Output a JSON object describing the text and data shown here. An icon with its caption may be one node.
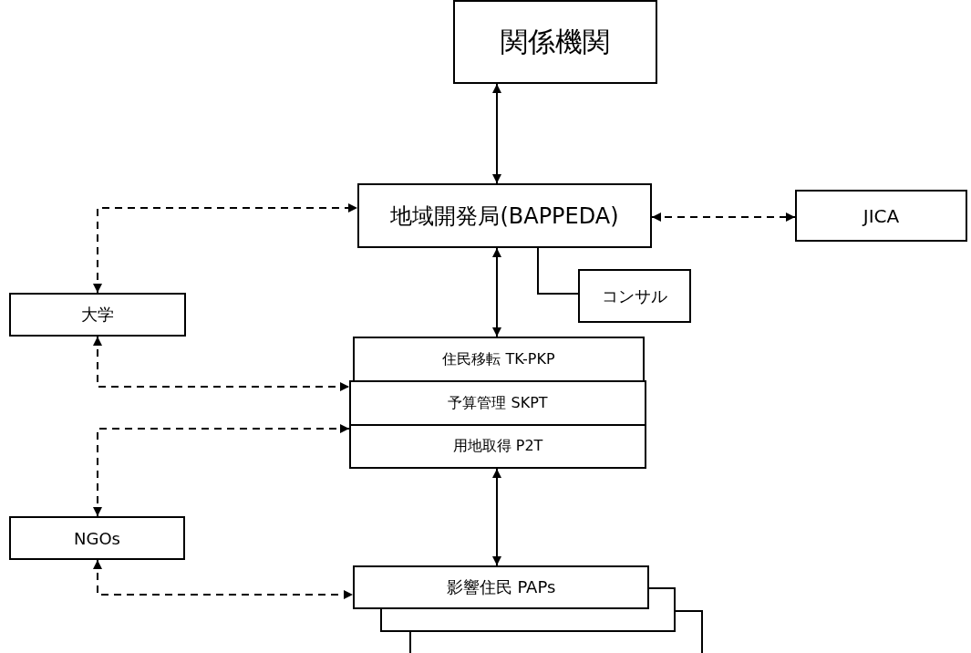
{
  "diagram": {
    "nodes": [
      {
        "text": [
          "関係機関"
        ]
      },
      {
        "text": [
          "地域開発局(BAPPEDA)"
        ]
      },
      {
        "text": [
          "JICA"
        ]
      },
      {
        "text": [
          "コンサル"
        ]
      },
      {
        "text": [
          "大学"
        ]
      },
      {
        "text": [
          "住民移転 TK-PKP"
        ]
      },
      {
        "text": [
          "予算管理 SKPT"
        ]
      },
      {
        "text": [
          "用地取得 P2T"
        ]
      },
      {
        "text": [
          "NGOs"
        ]
      },
      {
        "text": [],
        "shape": "box"
      },
      {
        "text": [],
        "shape": "box"
      },
      {
        "text": [
          "影響住民 PAPs"
        ]
      }
    ],
    "edges": [
      {
        "from": 0,
        "to": 1,
        "arrow": "both"
      },
      {
        "from": 1,
        "to": 5,
        "arrow": "both"
      },
      {
        "from": 1,
        "to": 2,
        "arrow": "both",
        "style": "dashed"
      },
      {
        "from": 1,
        "to": 3,
        "arrow": "none"
      },
      {
        "from": 4,
        "to": 1,
        "arrow": "both",
        "style": "dashed"
      },
      {
        "from": 4,
        "to": 6,
        "arrow": "both",
        "style": "dashed"
      },
      {
        "from": 8,
        "to": 7,
        "arrow": "both",
        "style": "dashed"
      },
      {
        "from": 8,
        "to": 11,
        "arrow": "both",
        "style": "dashed"
      },
      {
        "from": 7,
        "to": 11,
        "arrow": "both"
      }
    ]
  }
}
